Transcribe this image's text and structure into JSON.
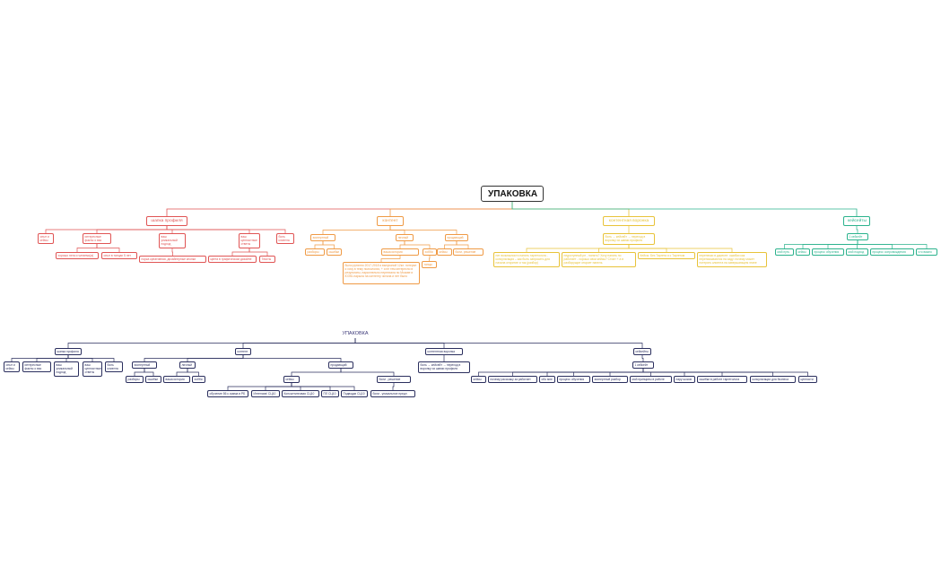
{
  "colors": {
    "red": "#e05454",
    "orange": "#ef9a45",
    "yellow": "#e8c33a",
    "teal": "#2bb38d",
    "dark": "#2b2f5e",
    "root": "#333333"
  },
  "top": {
    "root": "УПАКОВКА",
    "branches": [
      {
        "label": "шапка профиля",
        "children": [
          {
            "label": "опыт и кейсы"
          },
          {
            "label": "интересные факты о вас",
            "children": [
              {
                "label": "хорошо пэта и читаемо(а)"
              },
              {
                "label": "опыт в танцах 5 лет"
              }
            ]
          },
          {
            "label": "ваш уникальный подход",
            "children": [
              {
                "label": "норка креативная, дизайнерные кнопки"
              }
            ]
          },
          {
            "label": "ваш ценностные ответы",
            "children": [
              {
                "label": "цвета в графическом дизайне"
              },
              {
                "label": "Тексты"
              }
            ]
          },
          {
            "label": "боль клиента"
          }
        ]
      },
      {
        "label": "контент",
        "children": [
          {
            "label": "экспертный",
            "children": [
              {
                "label": "разборы"
              },
              {
                "label": "ошибки"
              }
            ]
          },
          {
            "label": "личный",
            "children": [
              {
                "label": "ваша история",
                "children": [
                  {
                    "label": "было рутинно 2017-2018 я выпускной 12кл. потерял и хочу в тему психология, + я не тем интересно в результаты, параллельно переехала по Москве и ЮЗЮ-нарыла на контенту читала и нет было"
                  }
                ]
              },
              {
                "label": "хобби",
                "children": [
                  {
                    "label": "танцы"
                  }
                ]
              }
            ]
          },
          {
            "label": "продающий",
            "children": [
              {
                "label": "кейсы"
              },
              {
                "label": "боли, решение"
              }
            ]
          }
        ]
      },
      {
        "label": "контентная воронка",
        "children": [
          {
            "label": "боль → кейсейт → переход в воронку из шапки профиля",
            "children": [
              {
                "label": "нет возможности нанять таргетолога - консультация – как быть запросить для начала откритие и так (разбор)"
              },
              {
                "label": "недоступный рн - понять? Хочу нанять но работает - хорошо свои кейсы? Стоит + а в разборущие откроет панель"
              },
              {
                "label": "Кейсы: Без Таргета я с Таргетом"
              },
              {
                "label": "перепески в директе: ошибки как переписываются на заду: почему может потерять клиента на завершающем этапе"
              }
            ]
          }
        ]
      },
      {
        "label": "кейсейты",
        "children": [
          {
            "label": "1 кейсейт",
            "children": [
              {
                "label": "мой путь"
              },
              {
                "label": "кейсы"
              },
              {
                "label": "процесс обучения"
              },
              {
                "label": "мой подход"
              },
              {
                "label": "процесс сопровождения"
              },
              {
                "label": "что важно"
              }
            ]
          }
        ]
      }
    ]
  },
  "bottom": {
    "root": "УПАКОВКА",
    "branches": [
      {
        "label": "шапка профиля",
        "children": [
          {
            "label": "опыт и кейсы"
          },
          {
            "label": "интересные факты о вас"
          },
          {
            "label": "ваш уникальный подход"
          },
          {
            "label": "ваш ценностные ответы"
          },
          {
            "label": "боль клиента"
          }
        ]
      },
      {
        "label": "контент",
        "children": [
          {
            "label": "экспертный",
            "children": [
              {
                "label": "разборы"
              },
              {
                "label": "ошибки"
              }
            ]
          },
          {
            "label": "личный",
            "children": [
              {
                "label": "ваша история"
              },
              {
                "label": "хобби"
              }
            ]
          },
          {
            "label": "продающий",
            "children": [
              {
                "label": "кейсы",
                "children": [
                  {
                    "label": "обучение 86 к сумма в РБ"
                  },
                  {
                    "label": "Интенсив/ СЦ10"
                  },
                  {
                    "label": "Консалтинговая СЦ10"
                  },
                  {
                    "label": "ПЛ СЦ10"
                  },
                  {
                    "label": "Подводки СЦ10"
                  }
                ]
              },
              {
                "label": "боли , решение",
                "children": [
                  {
                    "label": "боли , уникальное предл"
                  }
                ]
              }
            ]
          }
        ]
      },
      {
        "label": "контентная воронка",
        "children": [
          {
            "label": "боль → кейсейт → переход в воронку из шапки профиля"
          }
        ]
      },
      {
        "label": "кейсейты",
        "children": [
          {
            "label": "1 кейсейт",
            "children": [
              {
                "label": "кейсы"
              },
              {
                "label": "почему расскажу за работает"
              },
              {
                "label": "обо мне"
              },
              {
                "label": "процесс обучения"
              },
              {
                "label": "экспертный разбор"
              },
              {
                "label": "мой принципы в работе"
              },
              {
                "label": "пару шоков"
              },
              {
                "label": "ошибки в работе таргетолога"
              },
              {
                "label": "консультации для бизнеса"
              },
              {
                "label": "ценности"
              }
            ]
          }
        ]
      }
    ]
  }
}
